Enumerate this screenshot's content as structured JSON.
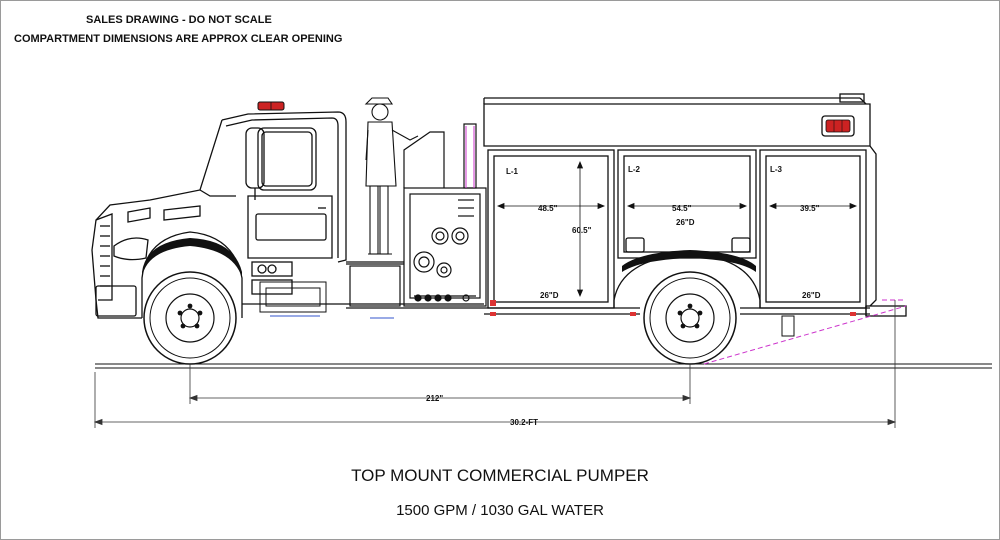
{
  "notes": {
    "line1": "SALES DRAWING - DO NOT SCALE",
    "line2": "COMPARTMENT DIMENSIONS ARE APPROX CLEAR OPENING"
  },
  "titles": {
    "main": "TOP MOUNT COMMERCIAL PUMPER",
    "sub": "1500 GPM / 1030 GAL WATER"
  },
  "compartments": {
    "l1": {
      "label": "L-1",
      "width": "48.5\"",
      "height": "60.5\"",
      "depth": "26\"D"
    },
    "l2": {
      "label": "L-2",
      "width": "54.5\"",
      "depth": "26\"D"
    },
    "l3": {
      "label": "L-3",
      "width": "39.5\"",
      "depth": "26\"D"
    }
  },
  "dimensions": {
    "wheelbase": "212\"",
    "overall_length": "30.2-FT"
  },
  "colors": {
    "line": "#111111",
    "dimension_line": "#333333",
    "angle_of_departure": "#cc33cc",
    "warning_light": "#cc2222",
    "marker_light": "#dd3333"
  }
}
